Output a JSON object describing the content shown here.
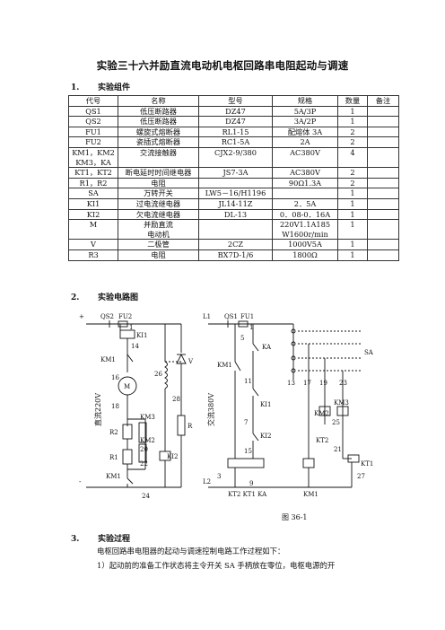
{
  "title": "实验三十六并励直流电动机电枢回路串电阻起动与调速",
  "sections": {
    "s1": {
      "num": "1.",
      "label": "实验组件"
    },
    "s2": {
      "num": "2.",
      "label": "实验电路图"
    },
    "s3": {
      "num": "3.",
      "label": "实验过程"
    }
  },
  "table": {
    "headers": [
      "代号",
      "名称",
      "型号",
      "规格",
      "数量",
      "备注"
    ],
    "rows": [
      {
        "code": "QS1",
        "name": "低压断路器",
        "model": "DZ47",
        "spec": "5A/3P",
        "qty": "1",
        "note": ""
      },
      {
        "code": "QS2",
        "name": "低压断路器",
        "model": "DZ47",
        "spec": "3A/2P",
        "qty": "1",
        "note": ""
      },
      {
        "code": "FU1",
        "name": "螺旋式熔断器",
        "model": "RL1-15",
        "spec": "配熔体 3A",
        "qty": "2",
        "note": ""
      },
      {
        "code": "FU2",
        "name": "瓷插式熔断器",
        "model": "RC1-5A",
        "spec": "2A",
        "qty": "2",
        "note": ""
      },
      {
        "code": "KM1，KM2",
        "code2": "KM3，KA",
        "name": "交流接触器",
        "model": "CJX2-9/380",
        "spec": "AC380V",
        "qty": "4",
        "note": ""
      },
      {
        "code": "KT1，KT2",
        "name": "断电延时时间继电器",
        "model": "JS7-3A",
        "spec": "AC380V",
        "qty": "2",
        "note": ""
      },
      {
        "code": "R1，R2",
        "name": "电阻",
        "model": "",
        "spec": "90Ω1.3A",
        "qty": "2",
        "note": ""
      },
      {
        "code": "SA",
        "name": "万转开关",
        "model": "LW5－16/H1196",
        "spec": "",
        "qty": "1",
        "note": ""
      },
      {
        "code": "KI1",
        "name": "过电流继电器",
        "model": "JL14-11Z",
        "spec": "2．5A",
        "qty": "1",
        "note": ""
      },
      {
        "code": "KI2",
        "name": "欠电流继电器",
        "model": "DL-13",
        "spec": "0．08-0．16A",
        "qty": "1",
        "note": ""
      },
      {
        "code": "M",
        "name": "并励直流",
        "name2": "电动机",
        "model": "",
        "spec": "220V1.1A185",
        "spec2": "W1600r/min",
        "qty": "1",
        "note": ""
      },
      {
        "code": "V",
        "name": "二极管",
        "model": "2CZ",
        "spec": "1000V5A",
        "qty": "1",
        "note": ""
      },
      {
        "code": "R3",
        "name": "电阻",
        "model": "BX7D-1/6",
        "spec": "1800Ω",
        "qty": "1",
        "note": ""
      }
    ]
  },
  "diagram": {
    "caption": "图 36-1",
    "dc_label": "直流220V",
    "ac_label": "交流380V",
    "labels": {
      "plus": "+",
      "minus": "-",
      "qs2": "QS2",
      "fu2": "FU2",
      "l1": "L1",
      "l2": "L2",
      "qs1": "QS1",
      "fu1": "FU1",
      "ki1": "KI1",
      "ki2": "KI2",
      "km1": "KM1",
      "km2": "KM2",
      "km3": "KM3",
      "ka": "KA",
      "kt1": "KT1",
      "kt2": "KT2",
      "r1": "R1",
      "r2": "R2",
      "r": "R",
      "v": "V",
      "sa": "SA",
      "m": "M",
      "bottom": "KT2 KT1 KA",
      "bottom_km1": "KM1",
      "n1": "1",
      "n3": "3",
      "n5": "5",
      "n7": "7",
      "n9": "9",
      "n11": "11",
      "n13": "13",
      "n14": "14",
      "n15": "15",
      "n16": "16",
      "n17": "17",
      "n18": "18",
      "n19": "19",
      "n20": "20",
      "n21": "21",
      "n22": "22",
      "n23": "23",
      "n24": "24",
      "n25": "25",
      "n26": "26",
      "n27": "27",
      "n28": "28"
    }
  },
  "process": {
    "line1": "电枢回路串电阻器的起动与调速控制电路工作过程如下：",
    "line2": "1）起动前的准备工作状态将主令开关 SA 手柄放在零位，电枢电源的开"
  }
}
